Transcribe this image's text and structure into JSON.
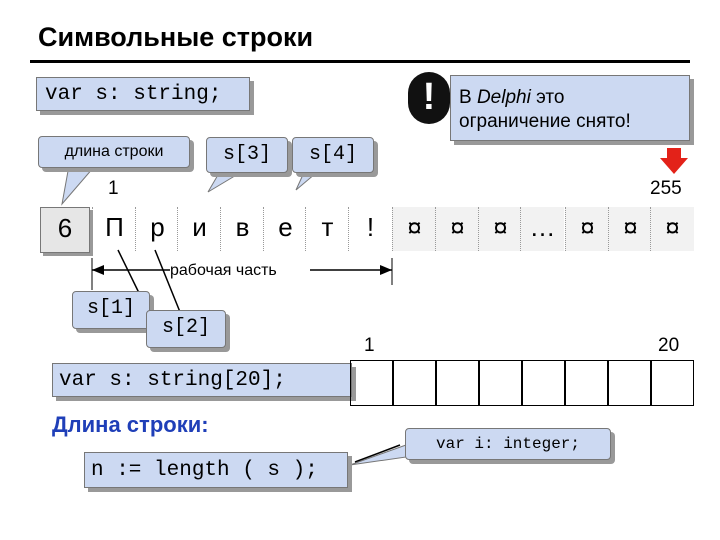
{
  "title": "Символьные строки",
  "decl": "var s: string;",
  "note": {
    "line1_pre": "В ",
    "line1_em": "Delphi",
    "line1_post": " это",
    "line2": "ограничение снято!"
  },
  "callouts": {
    "length": "длина строки",
    "s3": "s[3]",
    "s4": "s[4]",
    "s1": "s[1]",
    "s2": "s[2]"
  },
  "index_first": "1",
  "index_last": "255",
  "length_value": "6",
  "chars": [
    "П",
    "р",
    "и",
    "в",
    "е",
    "т",
    "!",
    "¤",
    "¤",
    "¤",
    "…",
    "¤",
    "¤",
    "¤"
  ],
  "working_part": "рабочая часть",
  "decl20": "var s: string[20];",
  "mem_first": "1",
  "mem_last": "20",
  "len_heading": "Длина строки:",
  "len_call": "n := length ( s );",
  "var_i": "var i: integer;",
  "colors": {
    "box_fill": "#ccd9f2",
    "heading_blue": "#1f3fb8",
    "arrow_red": "#e32219"
  }
}
